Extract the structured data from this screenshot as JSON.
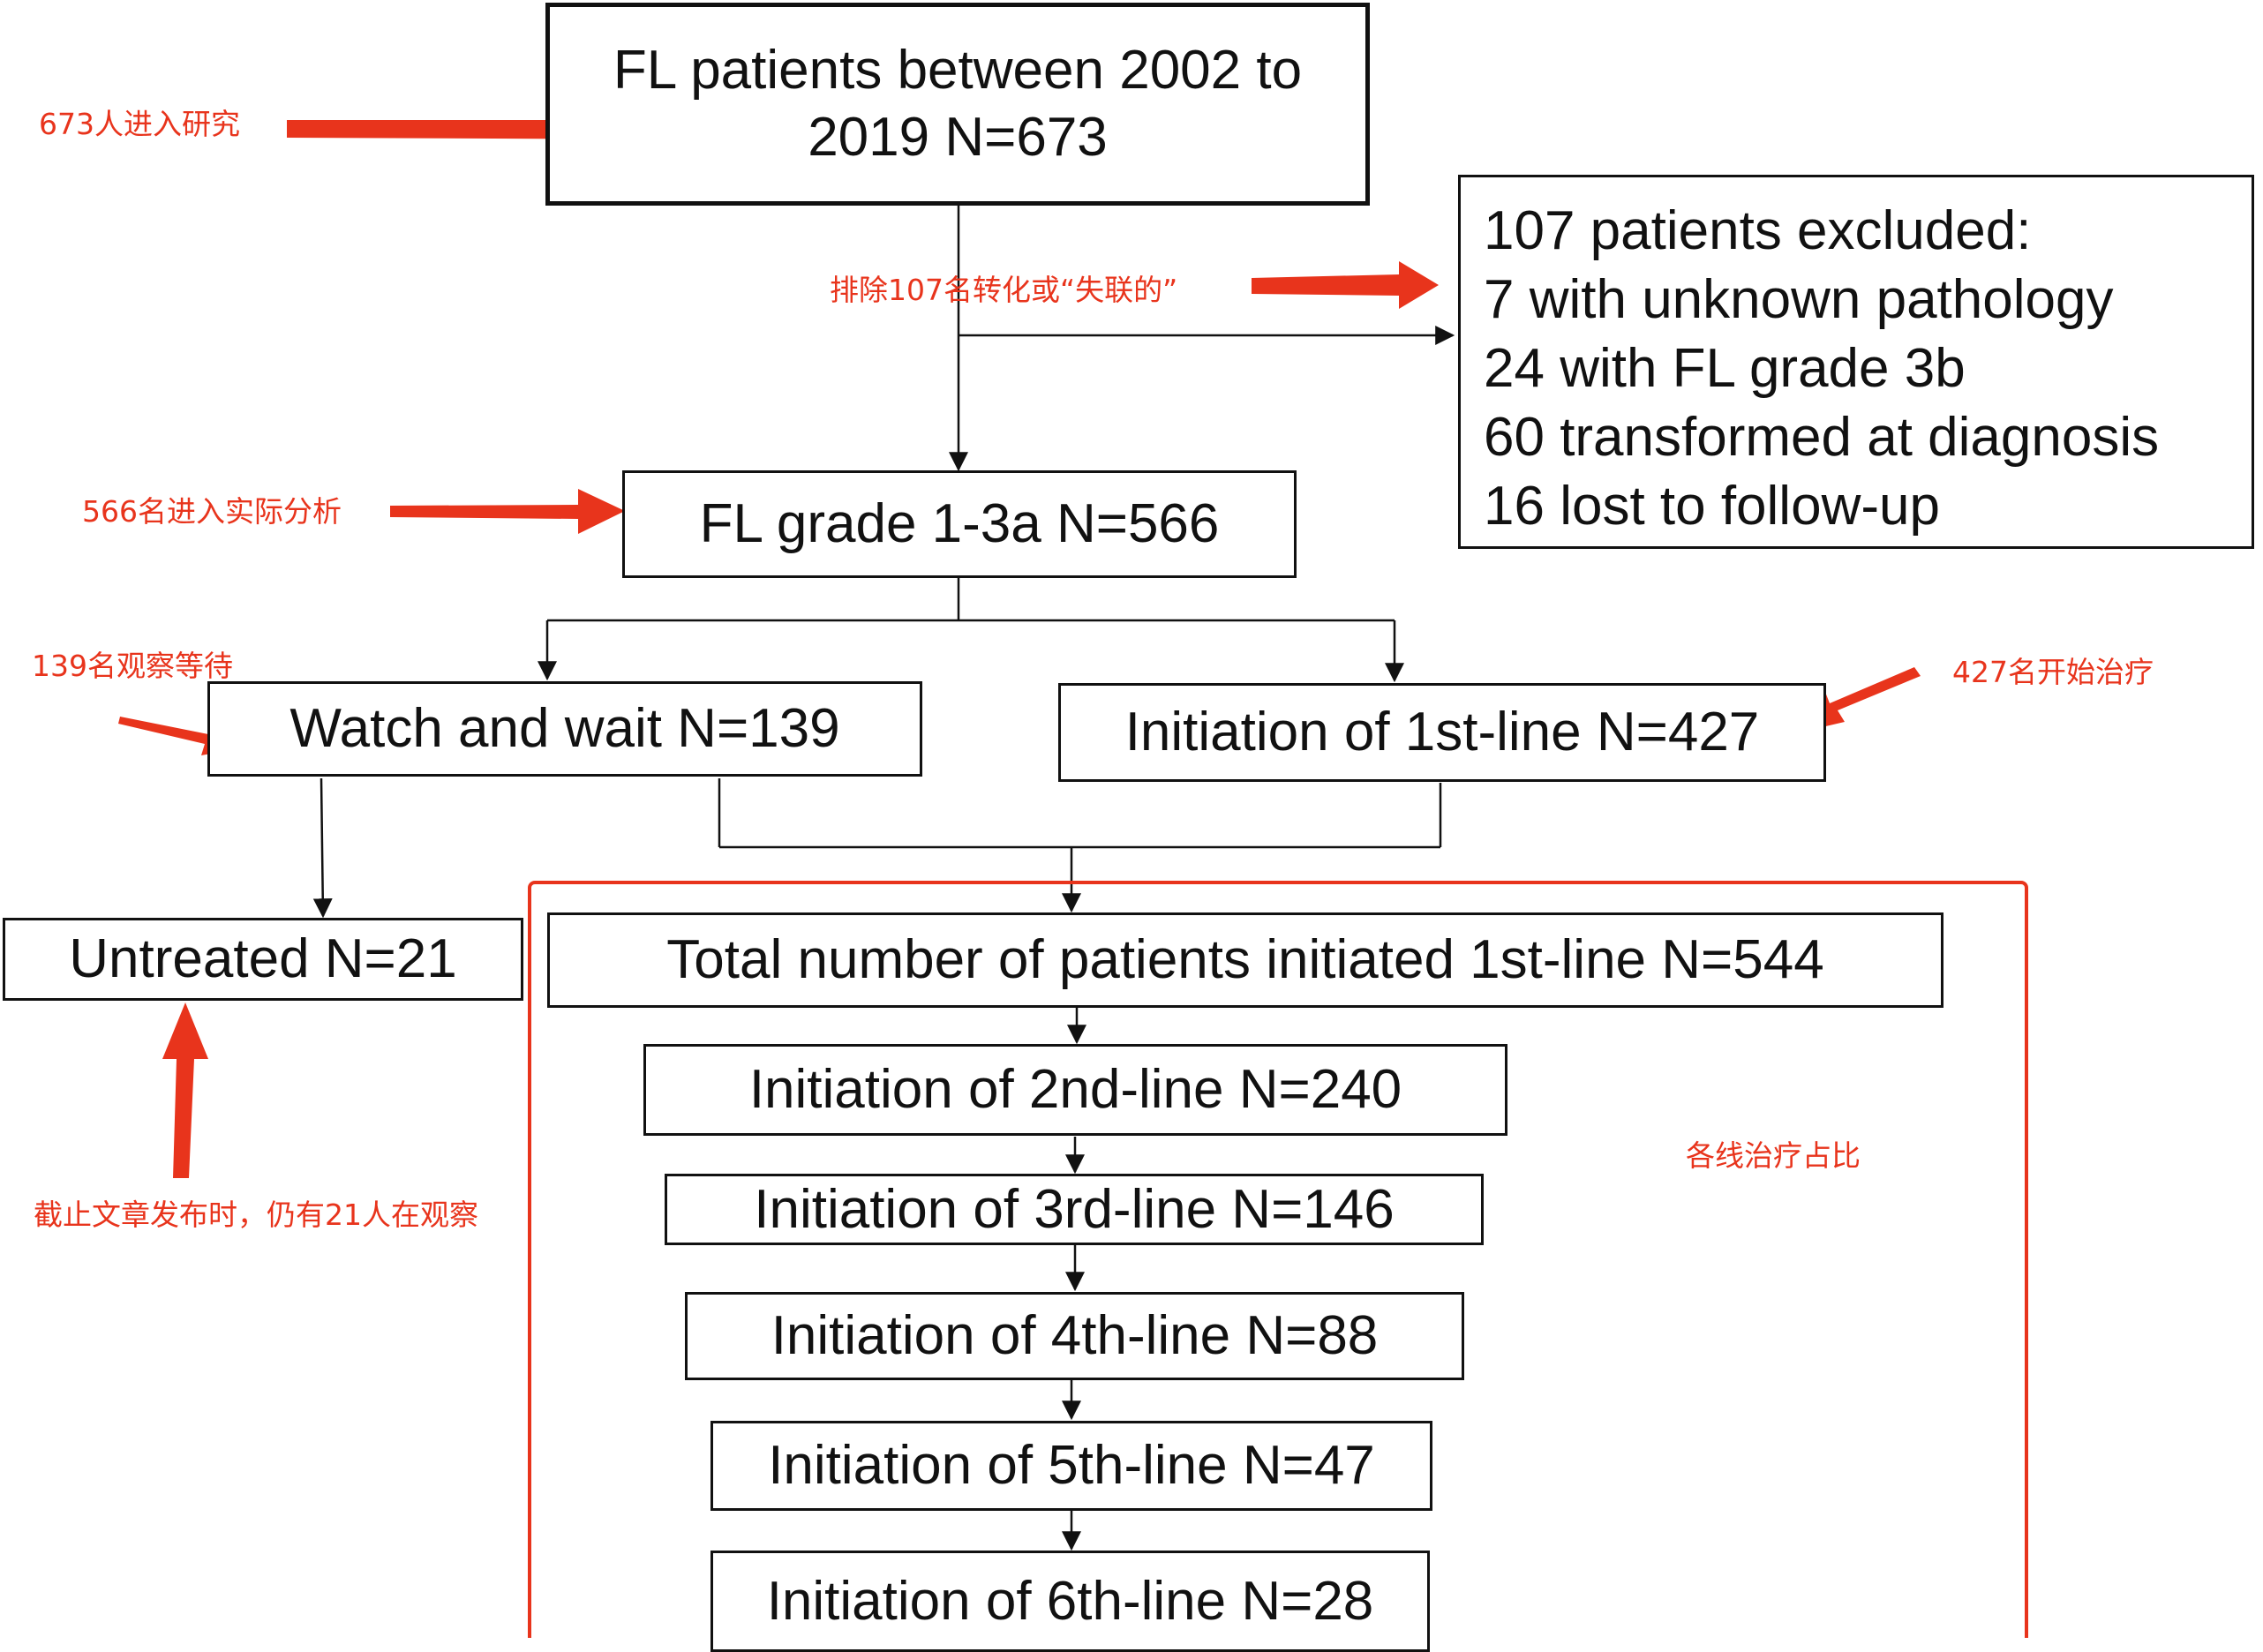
{
  "boxes": {
    "top": [
      "FL patients between 2002 to",
      "2019 N=673"
    ],
    "excluded": [
      "107 patients excluded:",
      "7 with unknown pathology",
      "24 with FL grade 3b",
      "60 transformed at diagnosis",
      "16 lost to follow-up"
    ],
    "grade": "FL grade 1-3a N=566",
    "watch": "Watch and wait N=139",
    "first_line": "Initiation of 1st-line N=427",
    "untreated": "Untreated N=21",
    "total_first": "Total number of patients initiated 1st-line N=544",
    "second": "Initiation of 2nd-line N=240",
    "third": "Initiation of 3rd-line N=146",
    "fourth": "Initiation of 4th-line N=88",
    "fifth": "Initiation of 5th-line N=47",
    "sixth": "Initiation of 6th-line N=28"
  },
  "annotations": {
    "enrolled": "673人进入研究",
    "excluded": "排除107名转化或“失联的”",
    "analyzed": "566名进入实际分析",
    "watch": "139名观察等待",
    "treatment": "427名开始治疗",
    "untreated": "截止文章发布时，仍有21人在观察",
    "lines_share": "各线治疗占比"
  },
  "colors": {
    "annotation": "#e8341c",
    "line": "#111111"
  }
}
